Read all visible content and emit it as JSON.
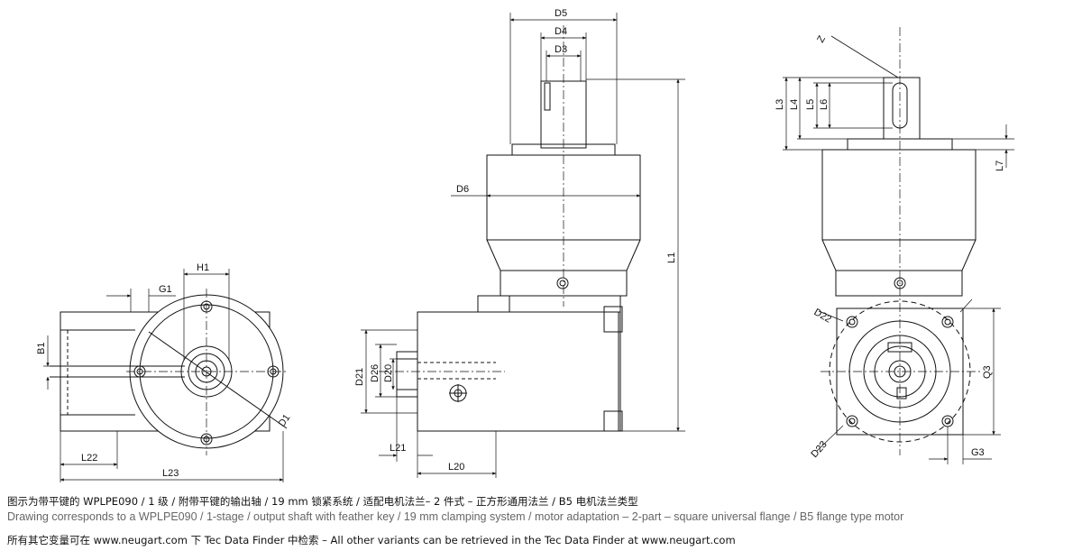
{
  "drawing": {
    "labels": {
      "D1": "D1",
      "D3": "D3",
      "D4": "D4",
      "D5": "D5",
      "D6": "D6",
      "D20": "D20",
      "D21": "D21",
      "D22": "D22",
      "D23": "D23",
      "D26": "D26",
      "L1": "L1",
      "L3": "L3",
      "L4": "L4",
      "L5": "L5",
      "L6": "L6",
      "L7": "L7",
      "L20": "L20",
      "L21": "L21",
      "L22": "L22",
      "L23": "L23",
      "G1": "G1",
      "G3": "G3",
      "Q3": "Q3",
      "H1": "H1",
      "B1": "B1",
      "Z": "Z"
    }
  },
  "caption": {
    "chinese": "图示为带平键的 WPLPE090 / 1 级 / 附带平键的输出轴 / 19 mm 锁紧系统 / 适配电机法兰– 2 件式 – 正方形通用法兰 / B5 电机法兰类型",
    "english": "Drawing corresponds to a WPLPE090 / 1-stage / output shaft with feather key / 19 mm clamping system / motor adaptation – 2-part – square universal flange / B5 flange type motor",
    "variants": "所有其它变量可在 www.neugart.com 下 Tec Data Finder 中检索 – All other variants can be retrieved in the Tec Data Finder at www.neugart.com"
  }
}
